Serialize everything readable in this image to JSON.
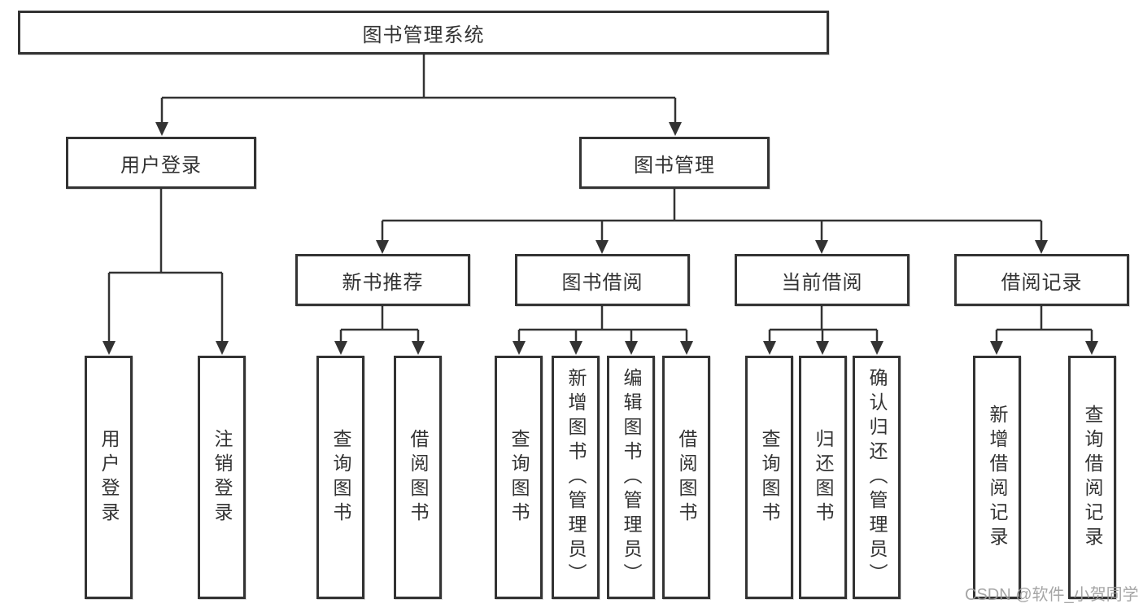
{
  "colors": {
    "line": "#333333",
    "box_border": "#333333",
    "text": "#333333",
    "watermark": "#9c9c9c",
    "background": "#ffffff"
  },
  "watermark": {
    "text": "CSDN @软件_小贺同学"
  },
  "tree": {
    "label": "图书管理系统",
    "children": [
      {
        "label": "用户登录",
        "children": [
          {
            "label": "用户登录"
          },
          {
            "label": "注销登录"
          }
        ]
      },
      {
        "label": "图书管理",
        "children": [
          {
            "label": "新书推荐",
            "children": [
              {
                "label": "查询图书"
              },
              {
                "label": "借阅图书"
              }
            ]
          },
          {
            "label": "图书借阅",
            "children": [
              {
                "label": "查询图书"
              },
              {
                "label": "新增图书（管理员）"
              },
              {
                "label": "编辑图书（管理员）"
              },
              {
                "label": "借阅图书"
              }
            ]
          },
          {
            "label": "当前借阅",
            "children": [
              {
                "label": "查询图书"
              },
              {
                "label": "归还图书"
              },
              {
                "label": "确认归还（管理员）"
              }
            ]
          },
          {
            "label": "借阅记录",
            "children": [
              {
                "label": "新增借阅记录"
              },
              {
                "label": "查询借阅记录"
              }
            ]
          }
        ]
      }
    ]
  }
}
